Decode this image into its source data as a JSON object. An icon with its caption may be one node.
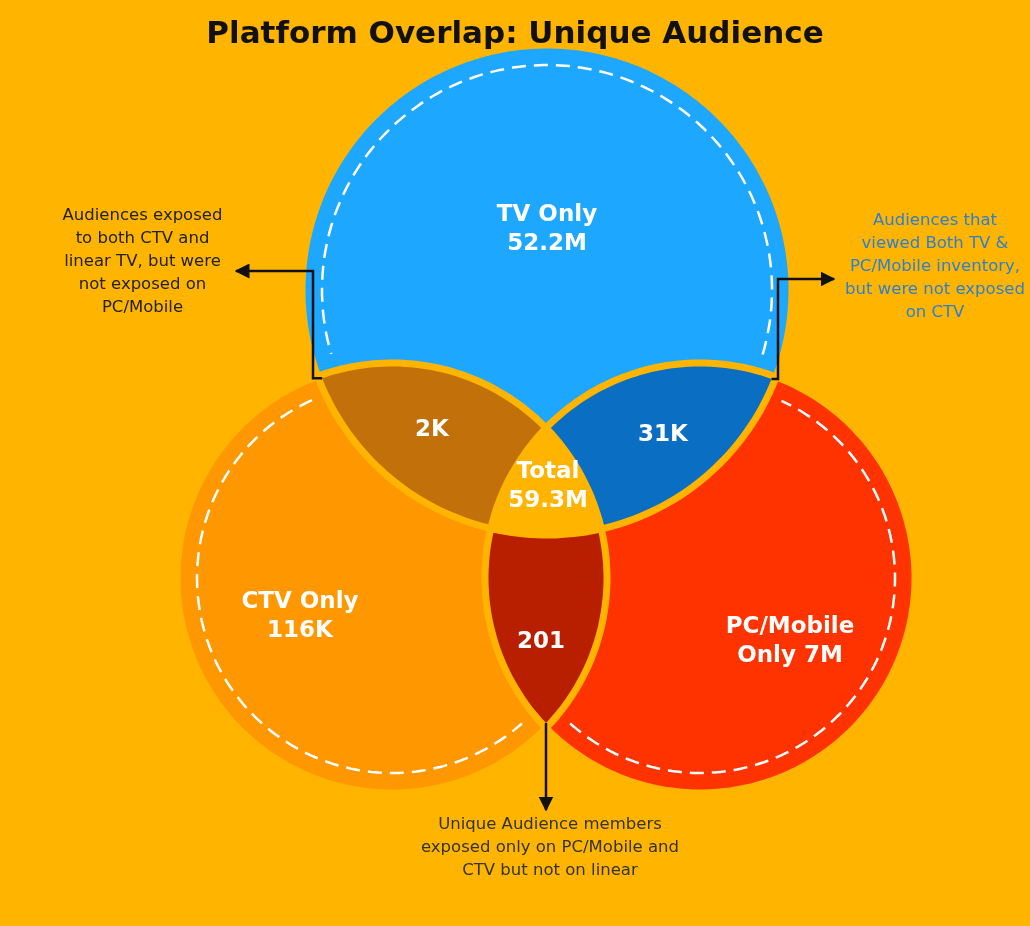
{
  "diagram": {
    "title": "Platform Overlap: Unique Audience",
    "nodes": [
      {
        "text": [
          "TV Only 52.2M"
        ]
      },
      {
        "text": [
          "CTV Only 116K"
        ]
      },
      {
        "text": [
          "PC/Mobile Only 7M"
        ]
      },
      {
        "text": [
          "2K"
        ]
      },
      {
        "text": [
          "31K"
        ]
      },
      {
        "text": [
          "Total 59.3M"
        ]
      },
      {
        "text": [
          "201"
        ]
      },
      {
        "text": [
          "Audiences exposed to both CTV and linear TV, but were not exposed on PC/Mobile"
        ]
      },
      {
        "text": [
          "Audiences that viewed Both TV & PC/Mobile inventory, but were not exposed on CTV"
        ]
      },
      {
        "text": [
          "Unique Audience members exposed only on PC/Mobile and CTV but not on linear"
        ]
      }
    ],
    "edges": [
      {
        "from": 3,
        "to": 7,
        "arrow": "to"
      },
      {
        "from": 4,
        "to": 8,
        "arrow": "to"
      },
      {
        "from": 6,
        "to": 9,
        "arrow": "to"
      }
    ]
  }
}
